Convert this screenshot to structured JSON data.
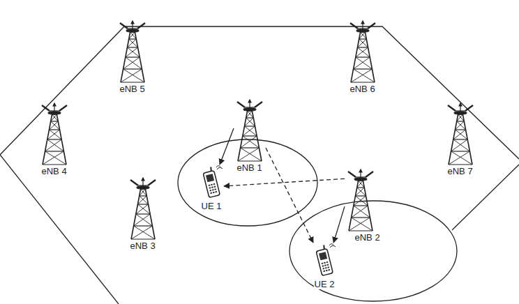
{
  "diagram": {
    "nodes": [
      {
        "text": [
          "eNB 5"
        ]
      },
      {
        "text": [
          "eNB 6"
        ]
      },
      {
        "text": [
          "eNB 4"
        ]
      },
      {
        "text": [
          "eNB 1"
        ]
      },
      {
        "text": [
          "eNB 7"
        ]
      },
      {
        "text": [
          "eNB 3"
        ]
      },
      {
        "text": [
          "UE 1"
        ]
      },
      {
        "text": [
          "eNB 2"
        ]
      },
      {
        "text": [
          "UE 2"
        ]
      }
    ],
    "edges": [
      {
        "from": 3,
        "to": 6,
        "arrow": "to"
      },
      {
        "from": 7,
        "to": 8,
        "arrow": "to"
      },
      {
        "from": 3,
        "to": 8,
        "arrow": "to"
      },
      {
        "from": 7,
        "to": 6,
        "arrow": "to"
      }
    ]
  }
}
